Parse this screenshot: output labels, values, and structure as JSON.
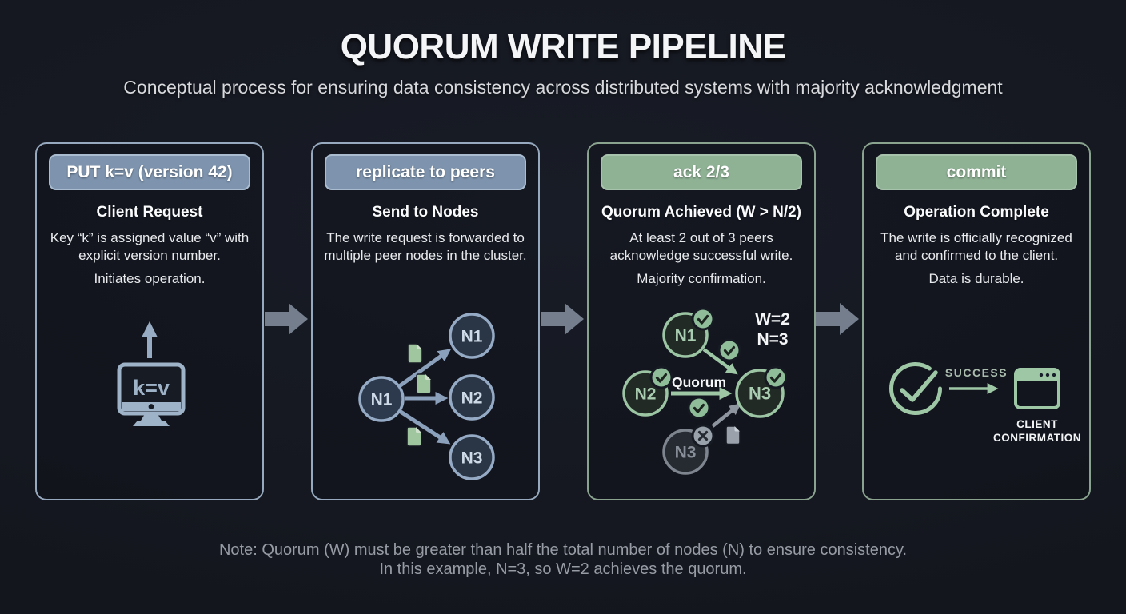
{
  "header": {
    "title": "QUORUM WRITE PIPELINE",
    "subtitle": "Conceptual process for ensuring data consistency across distributed systems with majority acknowledgment"
  },
  "stages": [
    {
      "badge": "PUT k=v (version 42)",
      "heading": "Client Request",
      "body": [
        "Key “k” is assigned value “v” with explicit version number.",
        "Initiates operation."
      ],
      "monitor_label": "k=v"
    },
    {
      "badge": "replicate to peers",
      "heading": "Send to Nodes",
      "body": [
        "The write request is forwarded to multiple peer nodes in the cluster."
      ],
      "source_node": "N1",
      "target_nodes": [
        "N1",
        "N2",
        "N3"
      ]
    },
    {
      "badge": "ack 2/3",
      "heading": "Quorum Achieved (W > N/2)",
      "body": [
        "At least 2 out of 3 peers acknowledge successful write.",
        "Majority confirmation."
      ],
      "nodes": {
        "n1": "N1",
        "n2": "N2",
        "n3": "N3",
        "failed": "N3"
      },
      "labels": {
        "quorum": "Quorum",
        "w": "W=2",
        "n": "N=3"
      }
    },
    {
      "badge": "commit",
      "heading": "Operation Complete",
      "body": [
        "The write is officially recognized and confirmed to the client.",
        "Data is durable."
      ],
      "labels": {
        "success": "SUCCESS",
        "client1": "CLIENT",
        "client2": "CONFIRMATION"
      }
    }
  ],
  "note": {
    "line1": "Note: Quorum (W) must be greater than half the total number of nodes (N) to ensure consistency.",
    "line2": "In this example, N=3, so W=2 achieves the quorum."
  },
  "colors": {
    "background": "#151820",
    "slate_accent": "#8ea6c0",
    "green_accent": "#9ec7a6",
    "gray_muted": "#99a1ab",
    "badge_slate": "#7e94ae",
    "badge_green": "#8fb295",
    "document_green": "#a0c69f",
    "check_badge": "#8fbd99"
  }
}
